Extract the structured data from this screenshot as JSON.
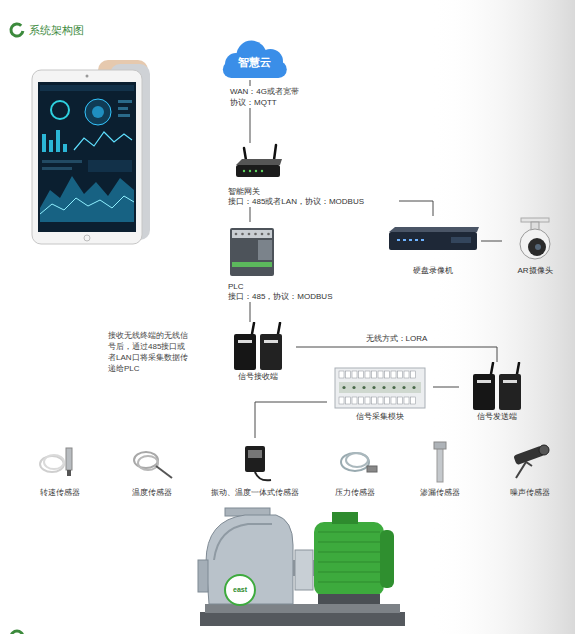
{
  "diagram": {
    "title": "系统架构图",
    "nodes": [
      {
        "text": [
          "智慧云"
        ]
      },
      {
        "text": [
          "智能网关",
          "接口：485或者LAN，协议：MODBUS"
        ]
      },
      {
        "text": [
          "硬盘录像机"
        ]
      },
      {
        "text": [
          "AR摄像头"
        ]
      },
      {
        "text": [
          "PLC",
          "接口：485，协议：MODBUS"
        ]
      },
      {
        "text": [
          "信号接收端"
        ]
      },
      {
        "text": [
          "信号采集模块"
        ]
      },
      {
        "text": [
          "信号发送端"
        ]
      },
      {
        "text": [
          "转速传感器"
        ]
      },
      {
        "text": [
          "温度传感器"
        ]
      },
      {
        "text": [
          "振动、温度一体式传感器"
        ]
      },
      {
        "text": [
          "压力传感器"
        ]
      },
      {
        "text": [
          "渗漏传感器"
        ]
      },
      {
        "text": [
          "噪声传感器"
        ]
      }
    ],
    "edges": [
      {
        "from": 0,
        "to": 1,
        "arrow": "none",
        "label": "WAN：4G或者宽带 协议：MQTT"
      },
      {
        "from": 1,
        "to": 2,
        "arrow": "none"
      },
      {
        "from": 2,
        "to": 3,
        "arrow": "none"
      },
      {
        "from": 1,
        "to": 4,
        "arrow": "none"
      },
      {
        "from": 4,
        "to": 5,
        "arrow": "none"
      },
      {
        "from": 5,
        "to": 7,
        "arrow": "none",
        "label": "无线方式：LORA"
      },
      {
        "from": 10,
        "to": 6,
        "arrow": "none"
      },
      {
        "from": 6,
        "to": 7,
        "arrow": "none"
      }
    ],
    "labels": [
      "接收无线终端的无线信 号后，通过485接口或 者LAN口将采集数据传 递给PLC",
      "east"
    ]
  }
}
